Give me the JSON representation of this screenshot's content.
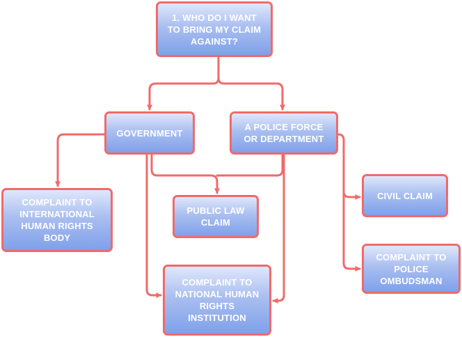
{
  "diagram": {
    "colors": {
      "border": "#f06a6a",
      "connector": "#f06a6a",
      "box_fill_top": "#dfe7fb",
      "box_fill_bottom": "#7fa0ea",
      "text": "#ffffff"
    },
    "nodes": {
      "question": "1. WHO DO I WANT\nTO BRING MY CLAIM\nAGAINST?",
      "government": "GOVERNMENT",
      "police": "A POLICE FORCE\nOR DEPARTMENT",
      "international": "COMPLAINT TO\nINTERNATIONAL\nHUMAN RIGHTS\nBODY",
      "public_law": "PUBLIC LAW\nCLAIM",
      "civil": "CIVIL CLAIM",
      "ombudsman": "COMPLAINT TO\nPOLICE\nOMBUDSMAN",
      "nhri": "COMPLAINT TO\nNATIONAL HUMAN\nRIGHTS\nINSTITUTION"
    },
    "edges": [
      {
        "from": "question",
        "to": "government"
      },
      {
        "from": "question",
        "to": "police"
      },
      {
        "from": "government",
        "to": "international"
      },
      {
        "from": "government",
        "to": "public_law"
      },
      {
        "from": "police",
        "to": "public_law"
      },
      {
        "from": "government",
        "to": "nhri"
      },
      {
        "from": "police",
        "to": "nhri"
      },
      {
        "from": "police",
        "to": "civil"
      },
      {
        "from": "police",
        "to": "ombudsman"
      }
    ]
  }
}
